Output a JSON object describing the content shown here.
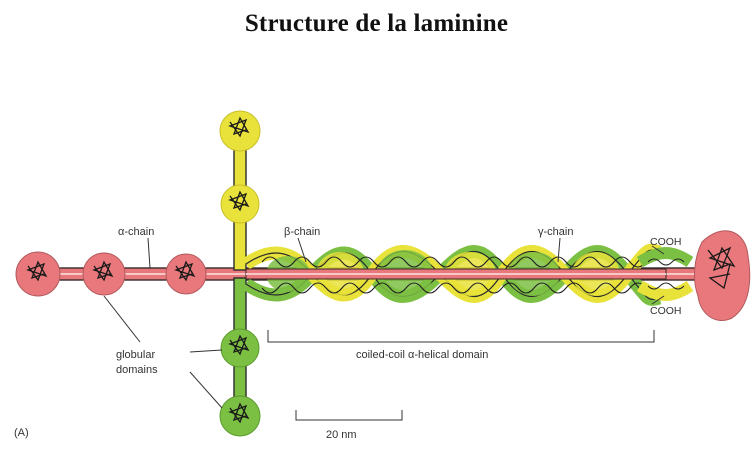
{
  "title": "Structure de la laminine",
  "labels": {
    "alpha_chain": "α-chain",
    "beta_chain": "β-chain",
    "gamma_chain": "γ-chain",
    "cooh_top": "COOH",
    "cooh_bottom": "COOH",
    "globular_line1": "globular",
    "globular_line2": "domains",
    "coiled_coil": "coiled-coil α-helical domain",
    "scale": "20 nm",
    "panel": "(A)"
  },
  "colors": {
    "alpha": "#e8787c",
    "alpha_light": "#f2b3b3",
    "beta": "#e8e23a",
    "gamma": "#7cc043",
    "outline": "#2b2b2b"
  }
}
